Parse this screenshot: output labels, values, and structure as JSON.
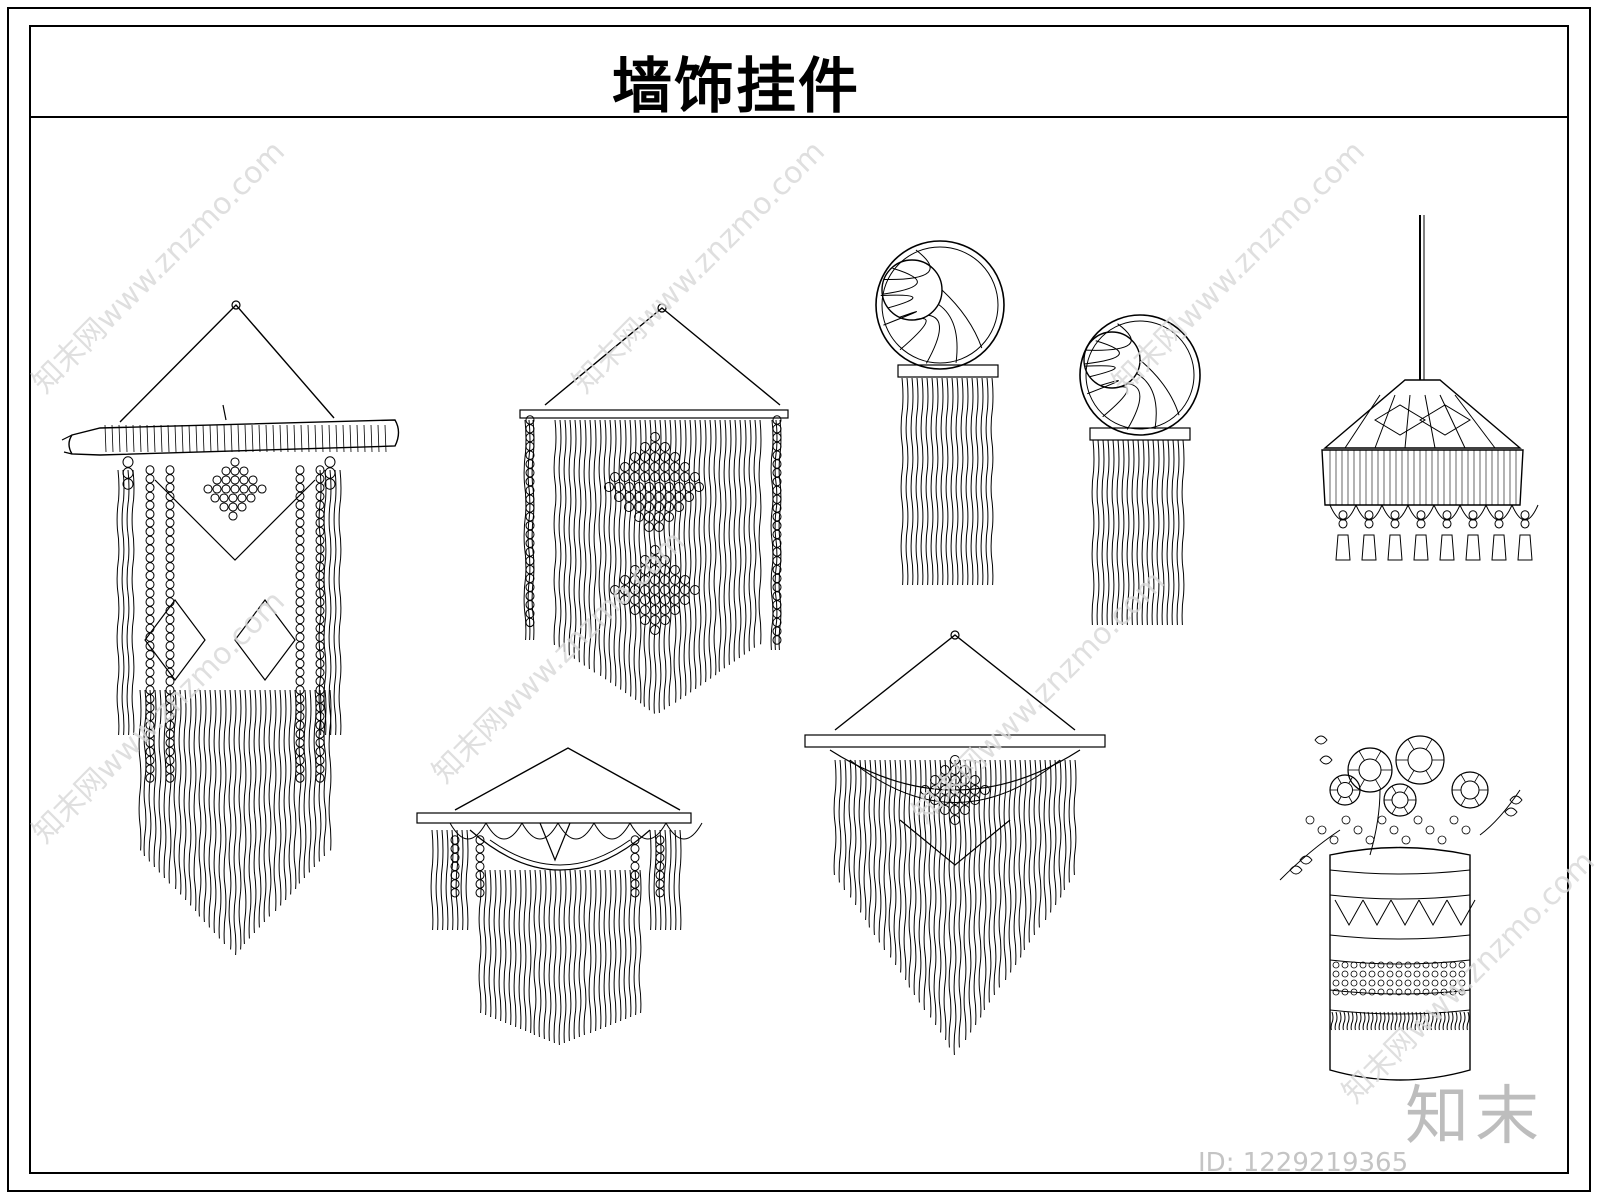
{
  "sheet": {
    "title": "墙饰挂件"
  },
  "watermark": {
    "text": "知末网www.znzmo.com",
    "logo": "知末",
    "id_label": "ID: 1229219365"
  },
  "items": [
    {
      "kind": "branch-macrame-wall-hanging"
    },
    {
      "kind": "diamond-macrame-banner"
    },
    {
      "kind": "round-macrame-hanging-large"
    },
    {
      "kind": "round-macrame-hanging-small"
    },
    {
      "kind": "macrame-pendant-lampshade"
    },
    {
      "kind": "fringed-macrame-hanging-small"
    },
    {
      "kind": "v-shaped-macrame-hanging"
    },
    {
      "kind": "macrame-vase-with-flowers"
    }
  ],
  "colors": {
    "line": "#000000",
    "background": "#ffffff",
    "watermark": "#d8d8d8"
  }
}
